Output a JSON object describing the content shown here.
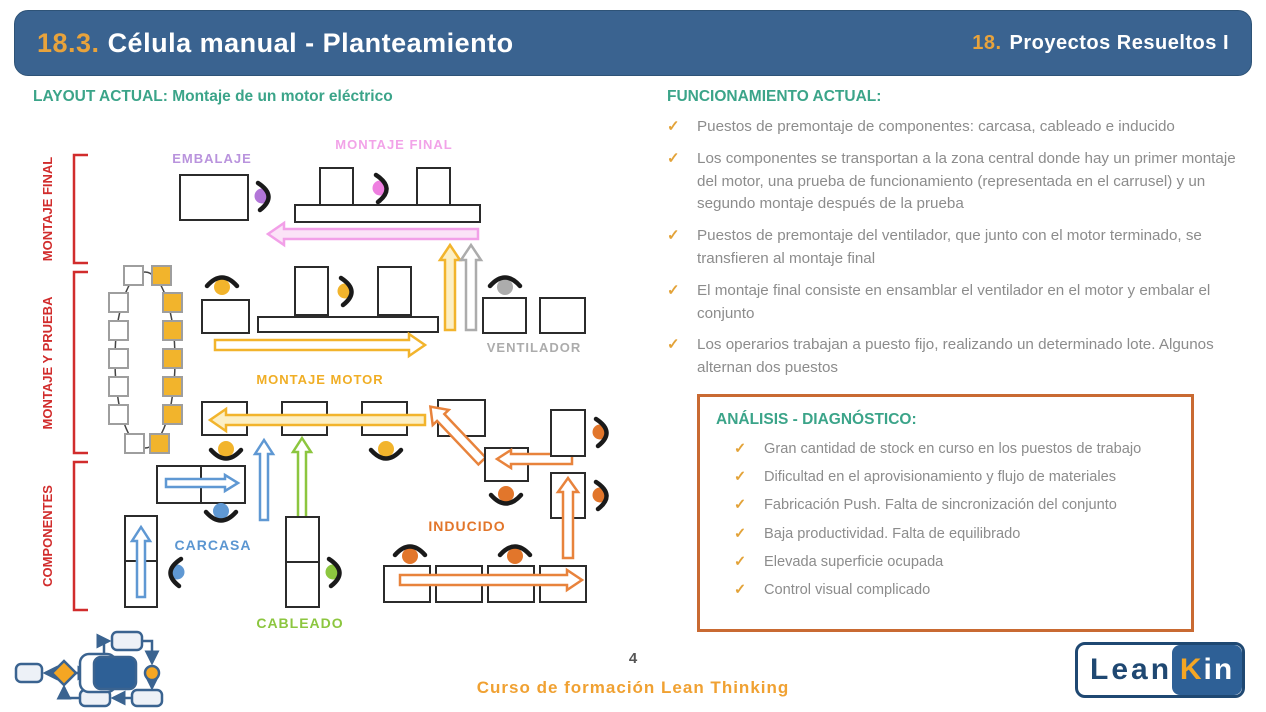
{
  "header": {
    "number": "18.3.",
    "title": "Célula manual - Planteamiento",
    "section_number": "18.",
    "section_title": "Proyectos Resueltos I"
  },
  "layout": {
    "title": "LAYOUT ACTUAL: Montaje de un motor eléctrico",
    "zone_final": "MONTAJE FINAL",
    "zone_prueba": "MONTAJE Y PRUEBA",
    "zone_componentes": "COMPONENTES",
    "label_embalaje": "EMBALAJE",
    "label_montaje_final": "MONTAJE FINAL",
    "label_ventilador": "VENTILADOR",
    "label_montaje_motor": "MONTAJE MOTOR",
    "label_carcasa": "CARCASA",
    "label_cableado": "CABLEADO",
    "label_inducido": "INDUCIDO"
  },
  "funcionamiento": {
    "title": "FUNCIONAMIENTO ACTUAL:",
    "items": [
      "Puestos de premontaje de componentes: carcasa, cableado e inducido",
      "Los componentes se transportan a la zona central donde hay un primer montaje del motor, una prueba de funcionamiento (representada en el carrusel) y un segundo montaje después de la prueba",
      "Puestos de premontaje del ventilador, que junto con el motor terminado, se transfieren al montaje final",
      "El montaje final consiste en ensamblar el ventilador en el motor y embalar el conjunto",
      "Los operarios trabajan a puesto fijo, realizando un determinado lote. Algunos alternan dos puestos"
    ]
  },
  "analisis": {
    "title": "ANÁLISIS - DIAGNÓSTICO:",
    "items": [
      "Gran cantidad de stock en curso en los puestos de trabajo",
      "Dificultad en el aprovisionamiento y flujo de materiales",
      "Fabricación Push. Falta de sincronización del conjunto",
      "Baja productividad. Falta de equilibrado",
      "Elevada superficie ocupada",
      "Control visual complicado"
    ]
  },
  "footer": {
    "page": "4",
    "course": "Curso de formación Lean Thinking",
    "logo_lean": "Lean",
    "logo_k": "K",
    "logo_in": "in"
  },
  "icons": {
    "check": "✓"
  },
  "colors": {
    "header_blue": "#3A6390",
    "accent_orange": "#E8A33C",
    "teal": "#3BA489",
    "red": "#D12C2C",
    "pink": "#F2A0E8",
    "purple": "#B993DD",
    "yellow": "#F0B22A",
    "gray": "#ACACAC",
    "blue": "#5F98D3",
    "green": "#8CC63F",
    "orange": "#E2762B",
    "text_gray": "#8C8C8C"
  }
}
